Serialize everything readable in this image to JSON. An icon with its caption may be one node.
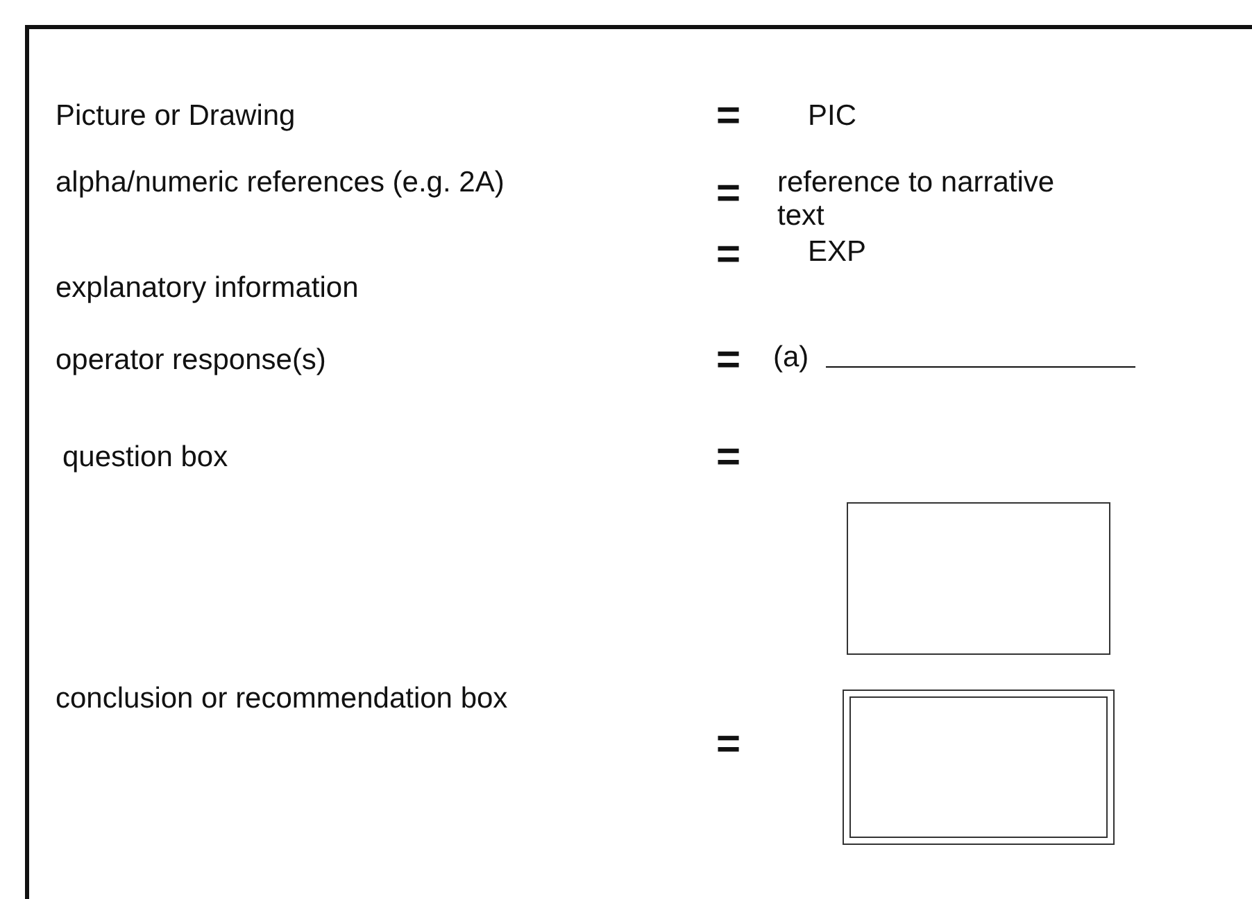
{
  "diagram": {
    "nodes": [
      {
        "text": [],
        "shape": "box"
      },
      {
        "text": [],
        "shape": "box"
      }
    ],
    "edges": [],
    "labels": [
      "Picture or Drawing",
      "=",
      "PIC",
      "alpha/numeric references (e.g. 2A)",
      "=",
      "reference to narrative text",
      "explanatory information",
      "=",
      "EXP",
      "operator response(s)",
      "=",
      "(a)",
      "question box",
      "=",
      "conclusion or recommendation box",
      "="
    ]
  }
}
